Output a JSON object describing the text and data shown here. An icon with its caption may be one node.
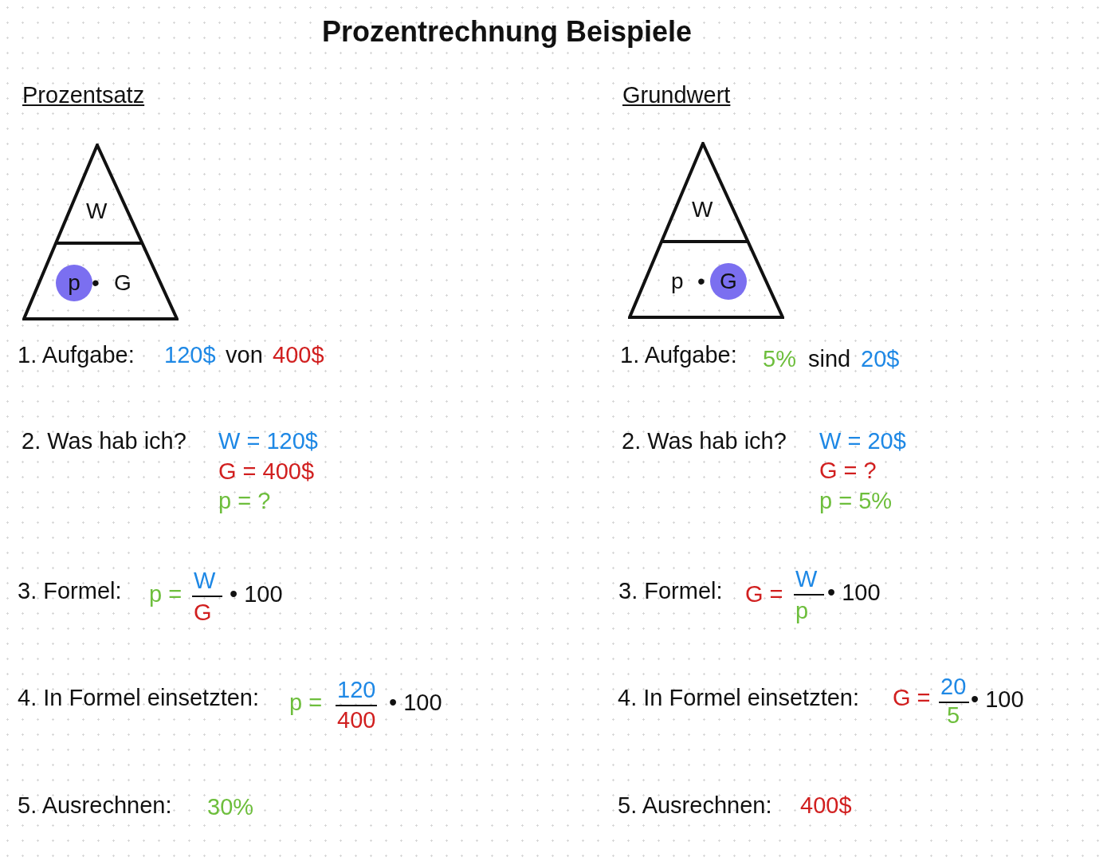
{
  "diagram": {
    "title": "Prozentrechnung Beispiele",
    "nodes": [
      {
        "text": [
          "W",
          "p",
          "•",
          "G"
        ]
      },
      {
        "text": [
          "W",
          "p",
          "•",
          "G"
        ]
      }
    ],
    "edges": [],
    "labels": [
      "Prozentsatz",
      "Grundwert",
      "1. Aufgabe:",
      "120$",
      "von",
      "400$",
      "1. Aufgabe:",
      "5%",
      "sind",
      "20$",
      "2. Was hab ich?",
      "W = 120$",
      "G = 400$",
      "p = ?",
      "2. Was hab ich?",
      "W = 20$",
      "G = ?",
      "p = 5%",
      "3. Formel:",
      "p =",
      "W",
      "G",
      "• 100",
      "3. Formel:",
      "G =",
      "W",
      "p",
      "• 100",
      "4. In Formel einsetzten:",
      "p =",
      "120",
      "400",
      "• 100",
      "4. In Formel einsetzten:",
      "G =",
      "20",
      "5",
      "• 100",
      "5. Ausrechnen:",
      "30%",
      "5. Ausrechnen:",
      "400$"
    ]
  }
}
